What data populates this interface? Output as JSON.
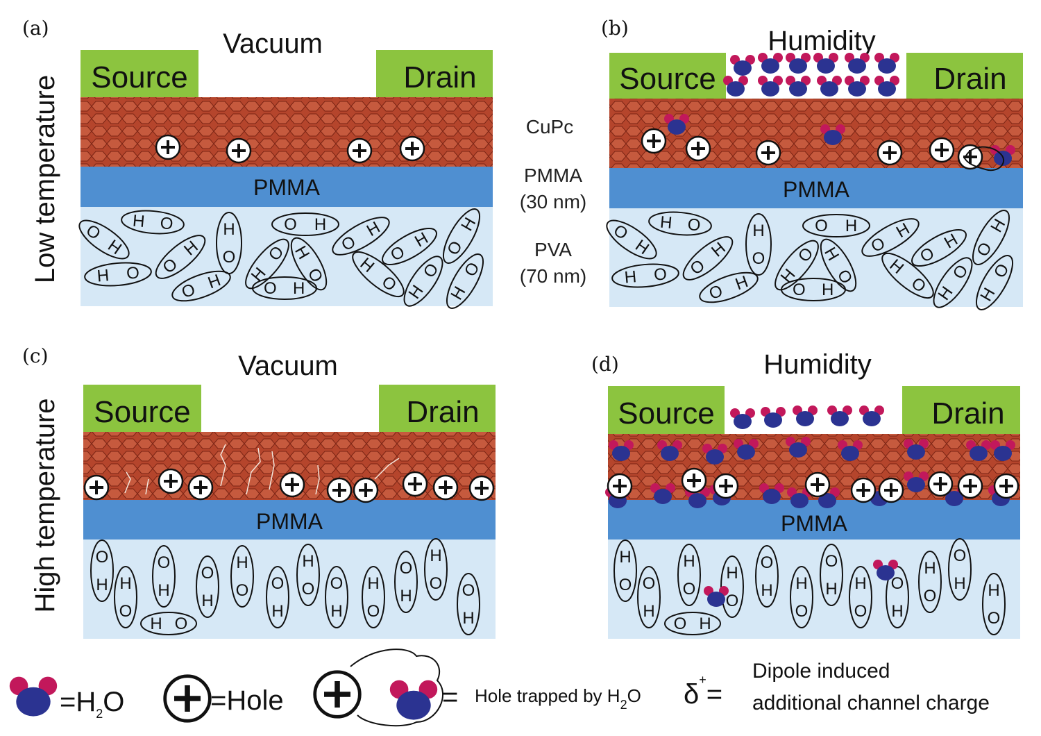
{
  "panels": [
    {
      "letter": "(a)",
      "environment": "Vacuum",
      "source": "Source",
      "drain": "Drain",
      "pmma": "PMMA"
    },
    {
      "letter": "(b)",
      "environment": "Humidity",
      "source": "Source",
      "drain": "Drain",
      "pmma": "PMMA"
    },
    {
      "letter": "(c)",
      "environment": "Vacuum",
      "source": "Source",
      "drain": "Drain",
      "pmma": "PMMA"
    },
    {
      "letter": "(d)",
      "environment": "Humidity",
      "source": "Source",
      "drain": "Drain",
      "pmma": "PMMA"
    }
  ],
  "row_labels": {
    "top": "Low temperature",
    "bottom": "High temperature"
  },
  "layer_labels": {
    "cupc": "CuPc",
    "pmma_line1": "PMMA",
    "pmma_line2": "(30 nm)",
    "pva_line1": "PVA",
    "pva_line2": "(70 nm)"
  },
  "molecule_text": {
    "o": "O",
    "h": "H",
    "plus": "+"
  },
  "legend": {
    "water_eq": "=H",
    "water_sub": "2",
    "water_tail": "O",
    "hole_eq": "=Hole",
    "trapped_eq": "=",
    "trapped_label": "Hole trapped by H",
    "trapped_sub": "2",
    "trapped_tail": "O",
    "delta": "δ",
    "delta_sup": "+",
    "delta_eq": "=",
    "dipole_line1": "Dipole induced",
    "dipole_line2": "additional channel charge"
  },
  "colors": {
    "electrode": "#8cc43f",
    "cupc": "#b5452c",
    "pmma": "#4f8fd1",
    "pva": "#d6e8f6",
    "water_o": "#2b3391",
    "water_h": "#c2185b"
  }
}
